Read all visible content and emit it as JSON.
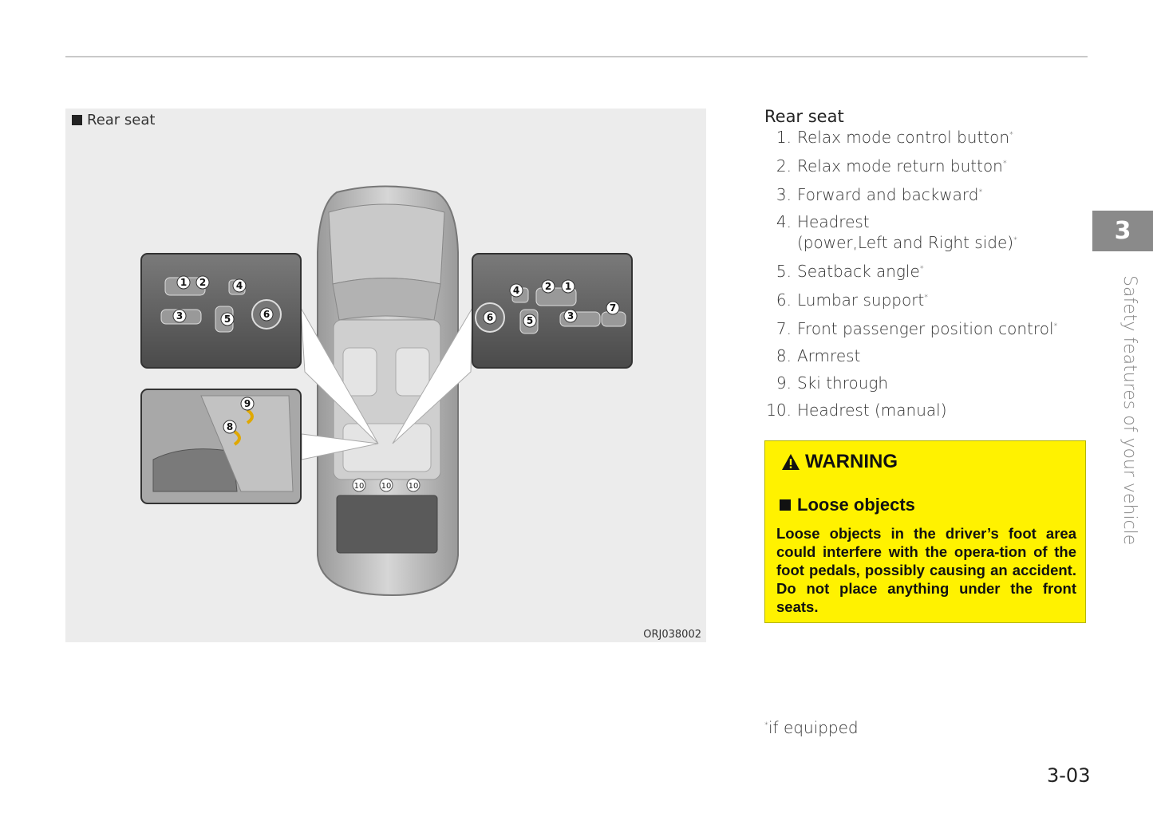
{
  "figure": {
    "caption": "Rear seat",
    "code": "ORJ038002",
    "callouts": [
      "1",
      "2",
      "3",
      "4",
      "5",
      "6",
      "7",
      "8",
      "9",
      "10"
    ]
  },
  "list": {
    "title": "Rear seat",
    "items": [
      {
        "num": "1.",
        "text": "Relax mode control button",
        "mark": "*"
      },
      {
        "num": "2.",
        "text": "Relax mode return button",
        "mark": "*"
      },
      {
        "num": "3.",
        "text": "Forward and backward",
        "mark": "*"
      },
      {
        "num": "4.",
        "text": "Headrest",
        "text2": "(power,Left and Right side)",
        "mark": "*"
      },
      {
        "num": "5.",
        "text": "Seatback angle",
        "mark": "*"
      },
      {
        "num": "6.",
        "text": "Lumbar support",
        "mark": "*"
      },
      {
        "num": "7.",
        "text": "Front passenger position control",
        "mark": "*"
      },
      {
        "num": "8.",
        "text": "Armrest"
      },
      {
        "num": "9.",
        "text": "Ski through"
      },
      {
        "num": "10.",
        "text": "Headrest (manual)"
      }
    ]
  },
  "warning": {
    "title": "WARNING",
    "subtitle": "Loose objects",
    "body": "Loose objects in the driver’s foot area could interfere with the opera-tion of the foot pedals, possibly causing an accident. Do not place anything under the front seats."
  },
  "footnote": {
    "mark": "*",
    "text": "if equipped"
  },
  "page_number": "3-03",
  "chapter": {
    "number": "3",
    "title": "Safety features of your vehicle"
  }
}
